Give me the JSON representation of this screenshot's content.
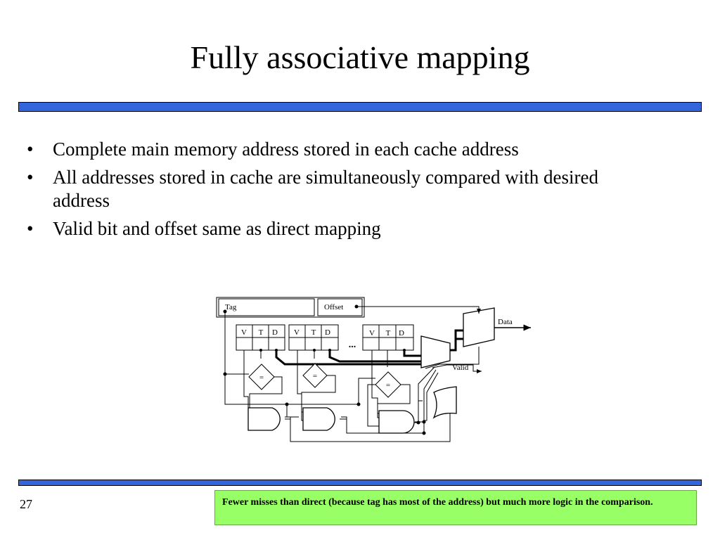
{
  "slide": {
    "title": "Fully associative mapping",
    "bullet_marker": "•",
    "bullets": [
      "Complete main memory address stored in each cache address",
      "All addresses stored in cache are simultaneously compared with desired address",
      "Valid bit and offset same as direct mapping"
    ],
    "page_number": "27",
    "note": "Fewer misses than direct (because tag has most of the address) but much more logic in the comparison.",
    "accent_color": "#3366dd",
    "note_color": "#99ff66"
  },
  "diagram": {
    "address_fields": {
      "tag": "Tag",
      "offset": "Offset"
    },
    "line_fields": [
      "V",
      "T",
      "D"
    ],
    "ellipsis": "...",
    "comparator_symbol": "=",
    "outputs": {
      "data": "Data",
      "valid": "Valid"
    }
  }
}
